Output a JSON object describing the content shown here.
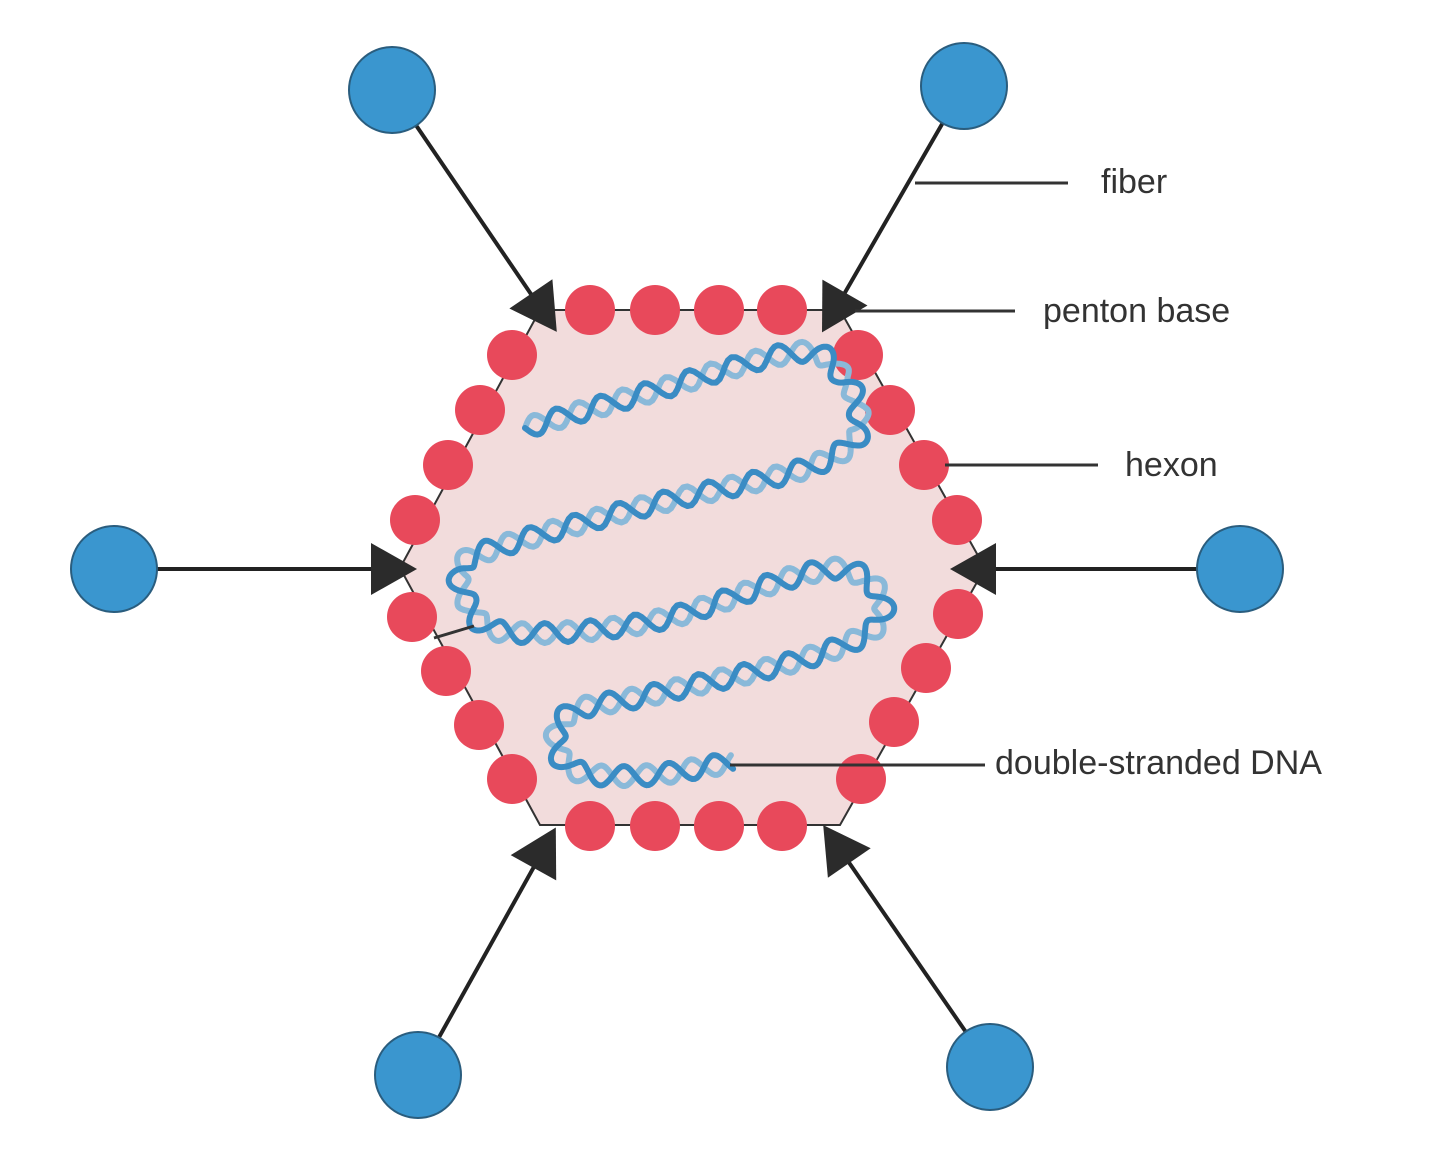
{
  "diagram": {
    "labels": {
      "fiber": "fiber",
      "penton_base": "penton base",
      "hexon": "hexon",
      "dna": "double-stranded DNA"
    },
    "colors": {
      "capsid_fill": "#f2dcdc",
      "hexon": "#e8495b",
      "fiber_knob": "#3a96cf",
      "dna_dark": "#3a8cc4",
      "dna_light": "#8ab9d9",
      "line": "#222222",
      "arrow": "#2b2b2b",
      "label": "#333333"
    },
    "components": [
      "fiber",
      "penton-base",
      "hexon",
      "capsid",
      "double-stranded-dna"
    ]
  }
}
